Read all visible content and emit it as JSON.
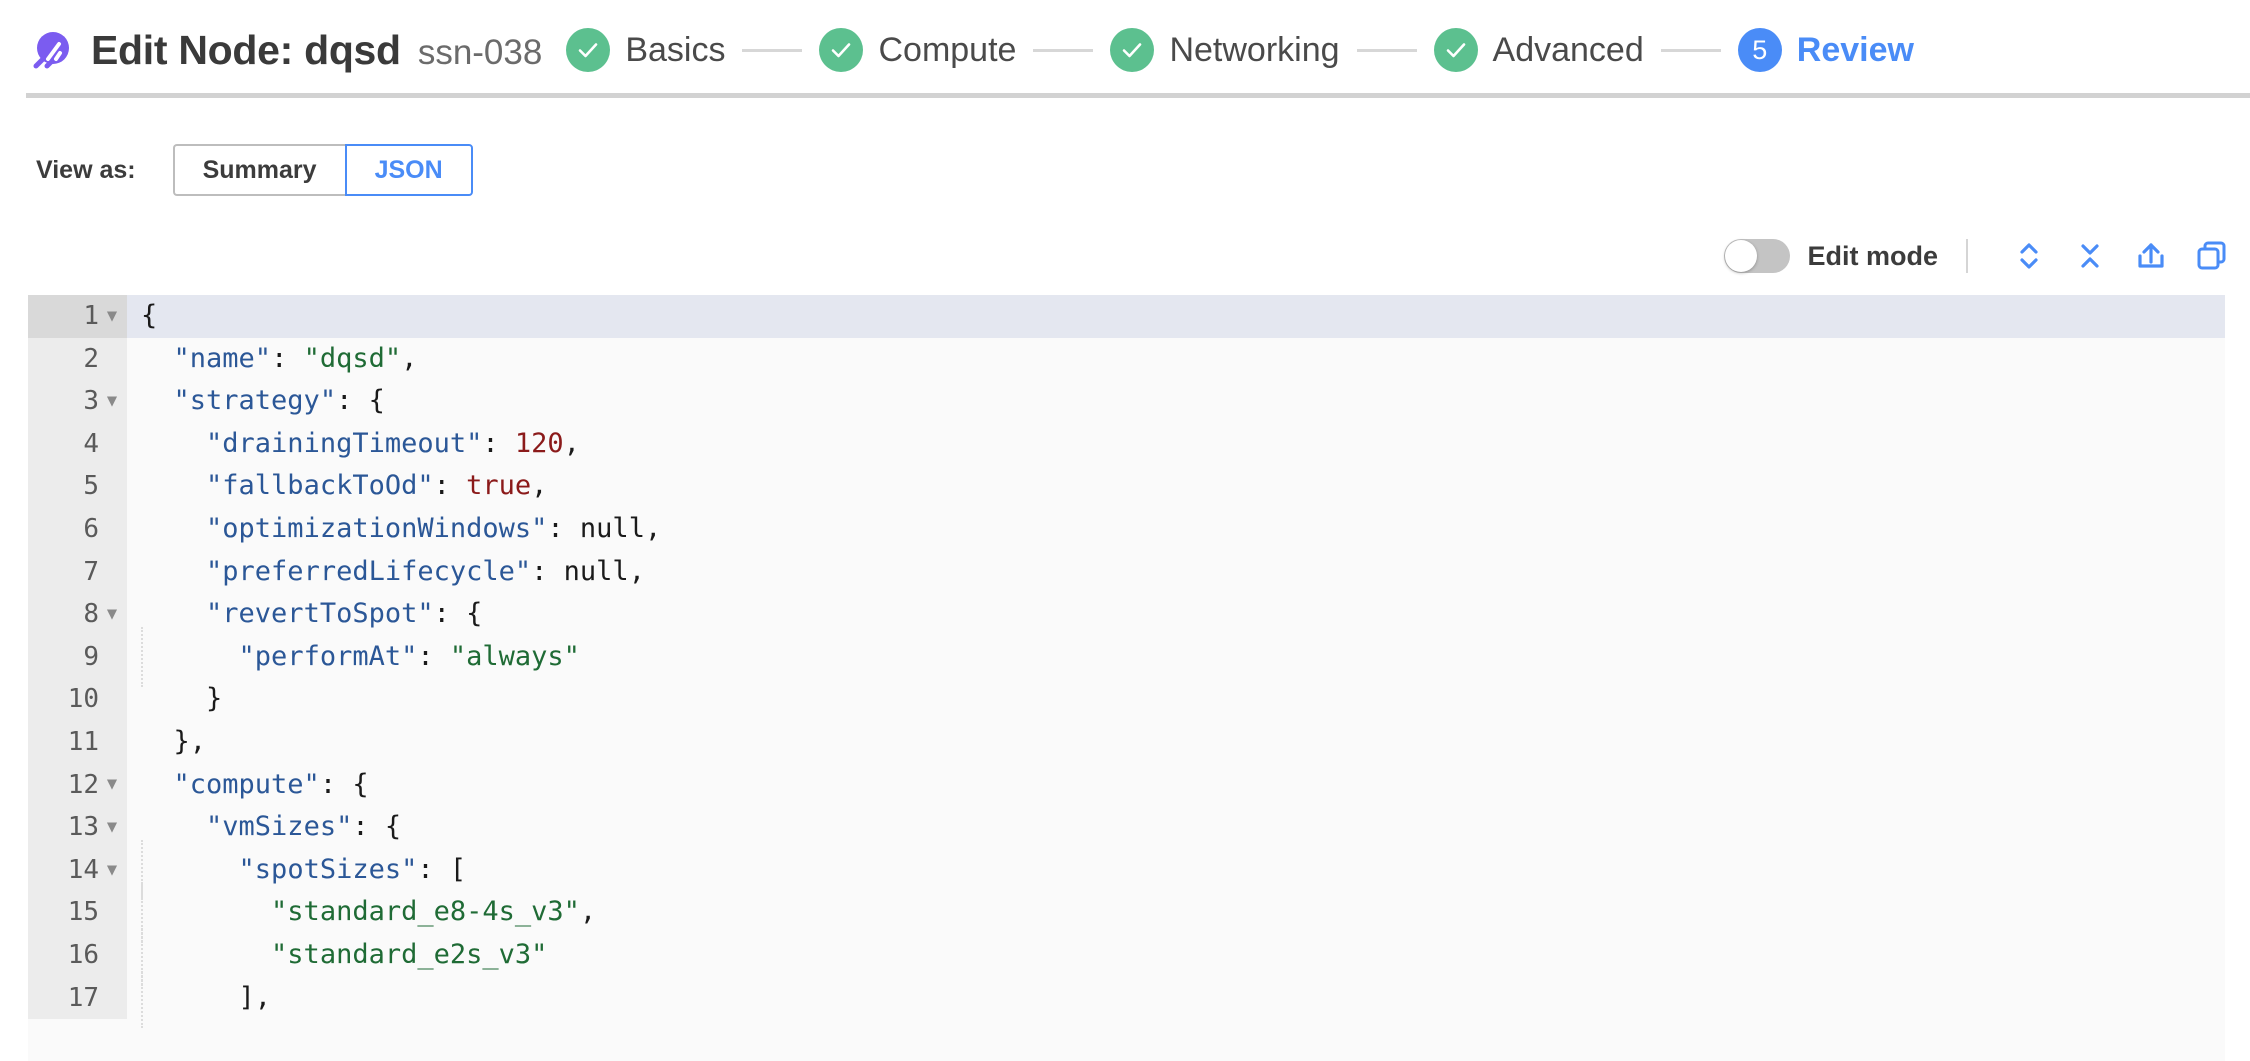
{
  "header": {
    "logo_icon": "spot-logo-icon",
    "title": "Edit Node: dqsd",
    "subtitle": "ssn-038",
    "steps": [
      {
        "label": "Basics",
        "state": "done",
        "marker": "check"
      },
      {
        "label": "Compute",
        "state": "done",
        "marker": "check"
      },
      {
        "label": "Networking",
        "state": "done",
        "marker": "check"
      },
      {
        "label": "Advanced",
        "state": "done",
        "marker": "check"
      },
      {
        "label": "Review",
        "state": "active",
        "marker": "5"
      }
    ]
  },
  "view_as": {
    "label": "View as:",
    "options": [
      "Summary",
      "JSON"
    ],
    "summary_label": "Summary",
    "json_label": "JSON",
    "selected": "JSON"
  },
  "editor_toolbar": {
    "edit_mode_label": "Edit mode",
    "edit_mode_on": false,
    "icons": [
      {
        "name": "expand-all-icon",
        "title": "Expand all"
      },
      {
        "name": "collapse-all-icon",
        "title": "Collapse all"
      },
      {
        "name": "export-icon",
        "title": "Export"
      },
      {
        "name": "copy-icon",
        "title": "Copy"
      }
    ]
  },
  "json_editor": {
    "active_line": 1,
    "lines": [
      {
        "no": "1",
        "fold": true,
        "indent": 0,
        "tokens": [
          {
            "t": "{",
            "c": "p"
          }
        ]
      },
      {
        "no": "2",
        "fold": false,
        "indent": 0,
        "tokens": [
          {
            "t": "  ",
            "c": "p"
          },
          {
            "t": "\"name\"",
            "c": "k"
          },
          {
            "t": ": ",
            "c": "p"
          },
          {
            "t": "\"dqsd\"",
            "c": "s"
          },
          {
            "t": ",",
            "c": "p"
          }
        ]
      },
      {
        "no": "3",
        "fold": true,
        "indent": 0,
        "tokens": [
          {
            "t": "  ",
            "c": "p"
          },
          {
            "t": "\"strategy\"",
            "c": "k"
          },
          {
            "t": ": ",
            "c": "p"
          },
          {
            "t": "{",
            "c": "p"
          }
        ]
      },
      {
        "no": "4",
        "fold": false,
        "indent": 1,
        "tokens": [
          {
            "t": "    ",
            "c": "p"
          },
          {
            "t": "\"drainingTimeout\"",
            "c": "k"
          },
          {
            "t": ": ",
            "c": "p"
          },
          {
            "t": "120",
            "c": "n"
          },
          {
            "t": ",",
            "c": "p"
          }
        ]
      },
      {
        "no": "5",
        "fold": false,
        "indent": 1,
        "tokens": [
          {
            "t": "    ",
            "c": "p"
          },
          {
            "t": "\"fallbackToOd\"",
            "c": "k"
          },
          {
            "t": ": ",
            "c": "p"
          },
          {
            "t": "true",
            "c": "b"
          },
          {
            "t": ",",
            "c": "p"
          }
        ]
      },
      {
        "no": "6",
        "fold": false,
        "indent": 1,
        "tokens": [
          {
            "t": "    ",
            "c": "p"
          },
          {
            "t": "\"optimizationWindows\"",
            "c": "k"
          },
          {
            "t": ": ",
            "c": "p"
          },
          {
            "t": "null",
            "c": "nul"
          },
          {
            "t": ",",
            "c": "p"
          }
        ]
      },
      {
        "no": "7",
        "fold": false,
        "indent": 1,
        "tokens": [
          {
            "t": "    ",
            "c": "p"
          },
          {
            "t": "\"preferredLifecycle\"",
            "c": "k"
          },
          {
            "t": ": ",
            "c": "p"
          },
          {
            "t": "null",
            "c": "nul"
          },
          {
            "t": ",",
            "c": "p"
          }
        ]
      },
      {
        "no": "8",
        "fold": true,
        "indent": 1,
        "tokens": [
          {
            "t": "    ",
            "c": "p"
          },
          {
            "t": "\"revertToSpot\"",
            "c": "k"
          },
          {
            "t": ": ",
            "c": "p"
          },
          {
            "t": "{",
            "c": "p"
          }
        ]
      },
      {
        "no": "9",
        "fold": false,
        "indent": 2,
        "tokens": [
          {
            "t": "      ",
            "c": "p"
          },
          {
            "t": "\"performAt\"",
            "c": "k"
          },
          {
            "t": ": ",
            "c": "p"
          },
          {
            "t": "\"always\"",
            "c": "s"
          }
        ]
      },
      {
        "no": "10",
        "fold": false,
        "indent": 1,
        "tokens": [
          {
            "t": "    }",
            "c": "p"
          }
        ]
      },
      {
        "no": "11",
        "fold": false,
        "indent": 0,
        "tokens": [
          {
            "t": "  },",
            "c": "p"
          }
        ]
      },
      {
        "no": "12",
        "fold": true,
        "indent": 0,
        "tokens": [
          {
            "t": "  ",
            "c": "p"
          },
          {
            "t": "\"compute\"",
            "c": "k"
          },
          {
            "t": ": ",
            "c": "p"
          },
          {
            "t": "{",
            "c": "p"
          }
        ]
      },
      {
        "no": "13",
        "fold": true,
        "indent": 1,
        "tokens": [
          {
            "t": "    ",
            "c": "p"
          },
          {
            "t": "\"vmSizes\"",
            "c": "k"
          },
          {
            "t": ": ",
            "c": "p"
          },
          {
            "t": "{",
            "c": "p"
          }
        ]
      },
      {
        "no": "14",
        "fold": true,
        "indent": 2,
        "tokens": [
          {
            "t": "      ",
            "c": "p"
          },
          {
            "t": "\"spotSizes\"",
            "c": "k"
          },
          {
            "t": ": ",
            "c": "p"
          },
          {
            "t": "[",
            "c": "p"
          }
        ]
      },
      {
        "no": "15",
        "fold": false,
        "indent": 3,
        "tokens": [
          {
            "t": "        ",
            "c": "p"
          },
          {
            "t": "\"standard_e8-4s_v3\"",
            "c": "s"
          },
          {
            "t": ",",
            "c": "p"
          }
        ]
      },
      {
        "no": "16",
        "fold": false,
        "indent": 3,
        "tokens": [
          {
            "t": "        ",
            "c": "p"
          },
          {
            "t": "\"standard_e2s_v3\"",
            "c": "s"
          }
        ]
      },
      {
        "no": "17",
        "fold": false,
        "indent": 2,
        "tokens": [
          {
            "t": "      ],",
            "c": "p"
          }
        ]
      }
    ]
  },
  "colors": {
    "brand_purple": "#7b5cf0",
    "step_done_green": "#5cc08f",
    "accent_blue": "#4a8cf7",
    "json_key": "#2b5797",
    "json_string": "#1f6b35",
    "json_number": "#8b1a1a",
    "editor_bg": "#fafafa",
    "gutter_bg": "#ececec",
    "active_line_bg": "#e4e7f0"
  }
}
